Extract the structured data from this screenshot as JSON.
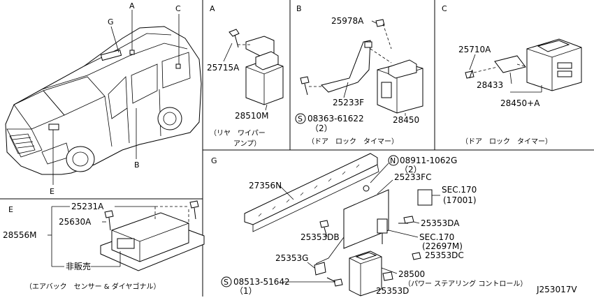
{
  "panels": {
    "A": {
      "letter": "A",
      "part_numbers": [
        "25715A",
        "28510M"
      ],
      "caption": [
        "（リヤ　ワイパー",
        "アンプ）"
      ]
    },
    "B": {
      "letter": "B",
      "part_numbers": [
        "25978A",
        "25233F",
        "28450"
      ],
      "screw": "08363-61622",
      "screw_qty": "（2）",
      "circle_s": "S",
      "caption": "（ドア　ロック　タイマー）"
    },
    "C": {
      "letter": "C",
      "part_numbers": [
        "25710A",
        "28433",
        "28450+A"
      ],
      "caption": "（ドア　ロック　タイマー）"
    },
    "E": {
      "letter": "E",
      "part_numbers": [
        "25231A",
        "25630A",
        "28556M"
      ],
      "not_for_sale": "非販売",
      "caption": "（エアバック　センサー & ダイヤゴナル）"
    },
    "G": {
      "letter": "G",
      "circle_n": "N",
      "nut": "08911-1062G",
      "nut_qty": "（2）",
      "part_numbers": [
        "27356N",
        "25233FC",
        "25353DB",
        "25353DA",
        "25353G",
        "25353DC",
        "28500",
        "25353D"
      ],
      "sec_170_a": "SEC.170",
      "sec_170_a_ref": "(17001)",
      "sec_170_b": "SEC.170",
      "sec_170_b_ref": "(22697M)",
      "circle_s": "S",
      "screw": "08513-51642",
      "screw_qty": "（1）",
      "caption": "（パワー ステアリング コントロール）"
    }
  },
  "vehicle_callouts": [
    "G",
    "A",
    "C",
    "B",
    "E"
  ],
  "diagram_id": "J253017V"
}
